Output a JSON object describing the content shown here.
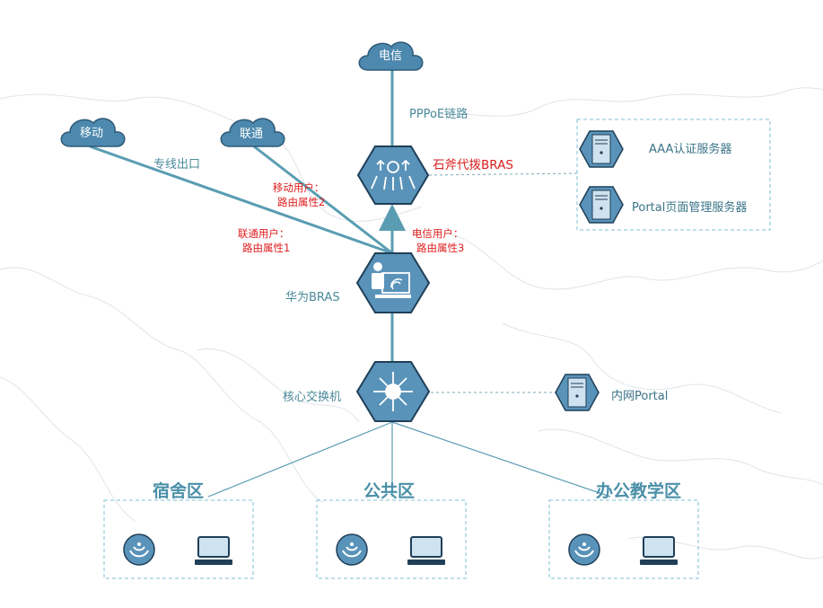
{
  "clouds": {
    "telecom": "电信",
    "mobile": "移动",
    "unicom": "联通"
  },
  "links": {
    "pppoe": "PPPoE链路",
    "dedicated_exit": "专线出口"
  },
  "routes": {
    "mobile_user": "移动用户：",
    "mobile_attr": "路由属性2",
    "unicom_user": "联通用户：",
    "unicom_attr": "路由属性1",
    "telecom_user": "电信用户：",
    "telecom_attr": "路由属性3"
  },
  "nodes": {
    "bras_shifu": "石斧代拨BRAS",
    "bras_huawei": "华为BRAS",
    "core_switch": "核心交换机",
    "aaa_server": "AAA认证服务器",
    "portal_server": "Portal页面管理服务器",
    "intranet_portal": "内网Portal"
  },
  "zones": {
    "dorm": "宿舍区",
    "public": "公共区",
    "office": "办公教学区"
  },
  "colors": {
    "hex_fill": "#5a93b9",
    "hex_stroke": "#1f3f58",
    "cloud_fill": "#4d88ae",
    "line": "#5a9db2",
    "dashed": "#7fc0d6",
    "red_text": "#e02020"
  }
}
